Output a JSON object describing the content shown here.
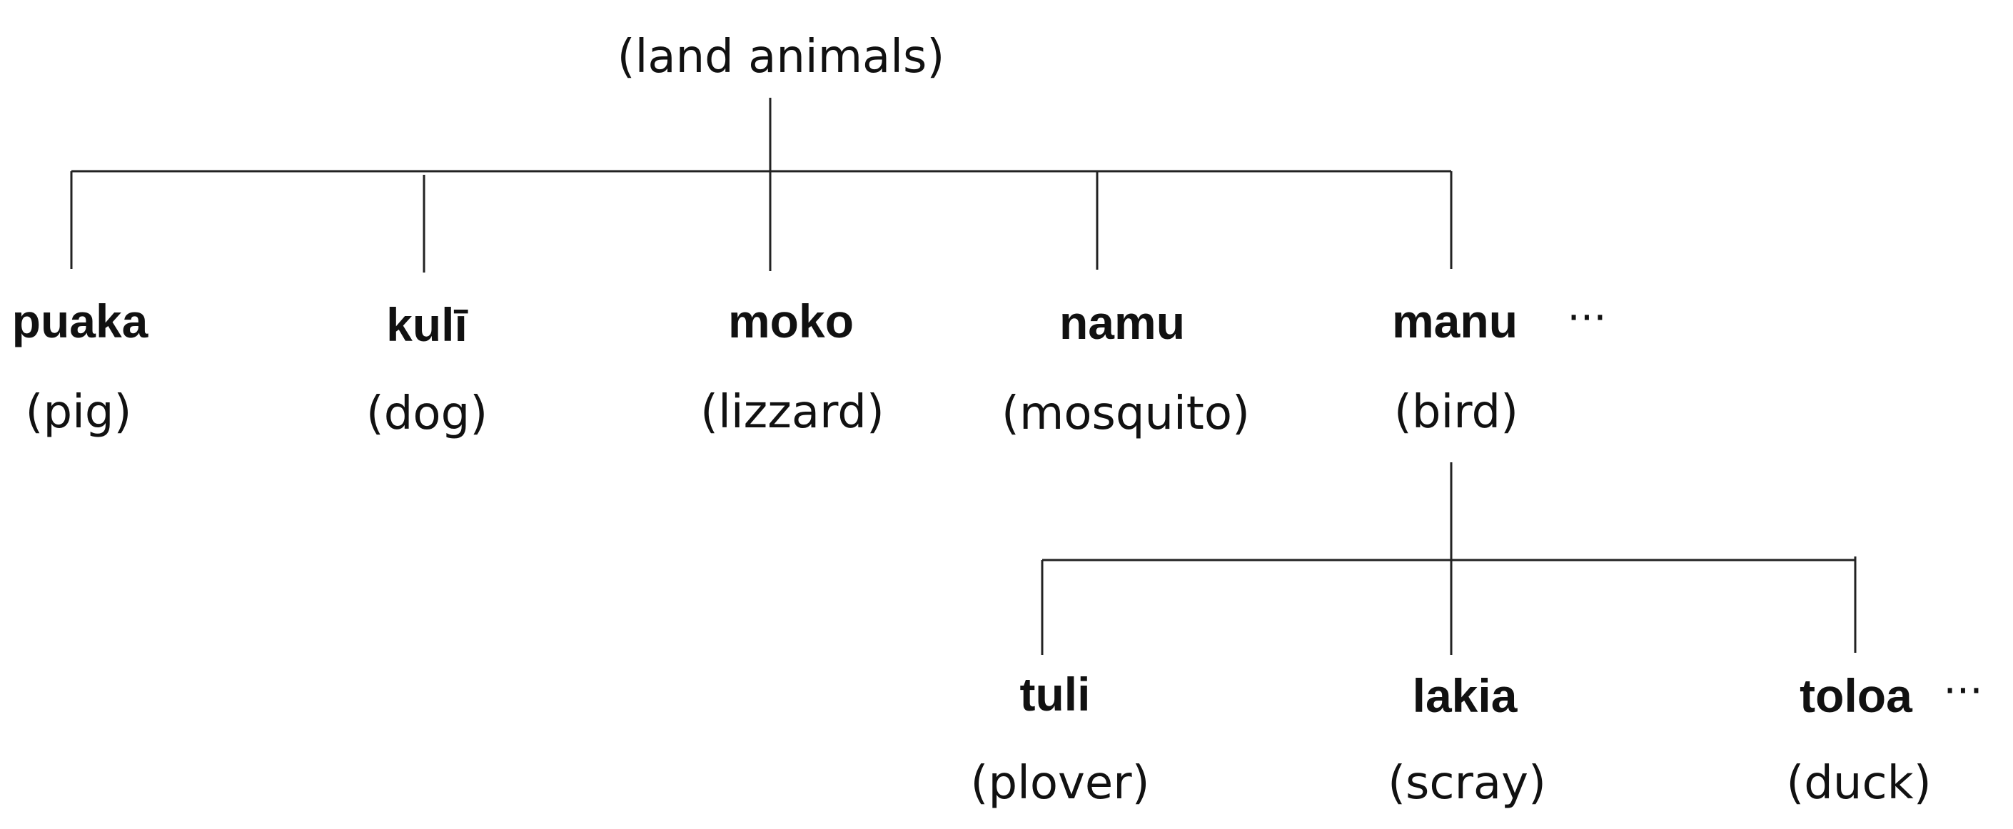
{
  "root": {
    "gloss": "(land animals)"
  },
  "level1": [
    {
      "word": "puaka",
      "gloss": "(pig)"
    },
    {
      "word": "kulī",
      "gloss": "(dog)"
    },
    {
      "word": "moko",
      "gloss": "(lizzard)"
    },
    {
      "word": "namu",
      "gloss": "(mosquito)"
    },
    {
      "word": "manu",
      "gloss": "(bird)"
    }
  ],
  "level1_continuation": "···",
  "level2": [
    {
      "word": "tuli",
      "gloss": "(plover)"
    },
    {
      "word": "lakia",
      "gloss": "(scray)"
    },
    {
      "word": "toloa",
      "gloss": "(duck)"
    }
  ],
  "level2_continuation": "···"
}
